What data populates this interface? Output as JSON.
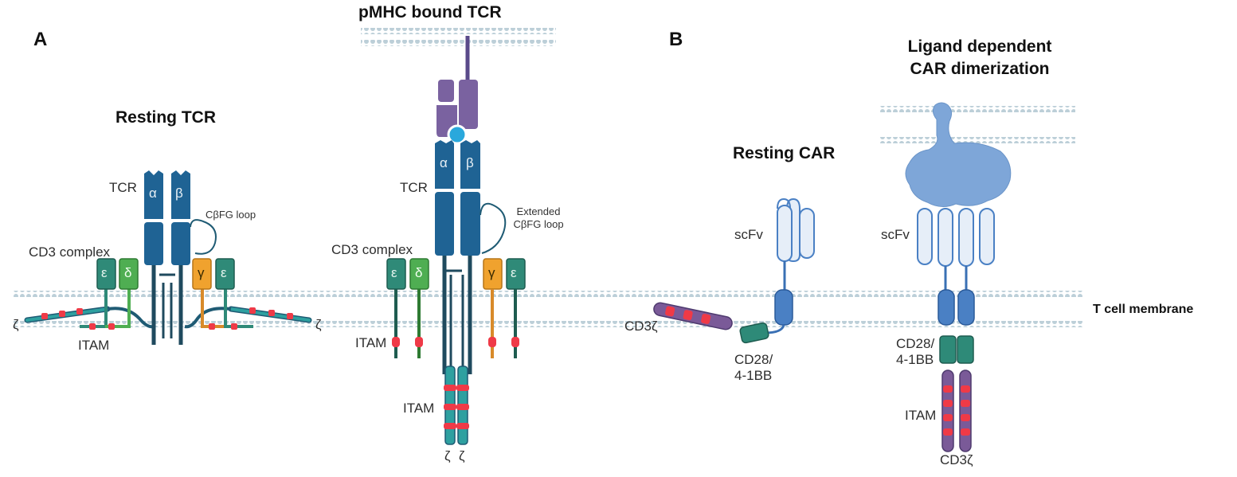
{
  "panels": {
    "a": "A",
    "b": "B"
  },
  "titles": {
    "resting_tcr": "Resting TCR",
    "pmhc_bound_tcr": "pMHC bound TCR",
    "resting_car": "Resting CAR",
    "ligand_dependent": [
      "Ligand dependent",
      "CAR dimerization"
    ]
  },
  "labels": {
    "tcr": "TCR",
    "alpha": "α",
    "beta": "β",
    "cd3_complex": "CD3 complex",
    "epsilon": "ε",
    "delta": "δ",
    "gamma": "γ",
    "zeta": "ζ",
    "itam": "ITAM",
    "cbfg_loop": "CβFG loop",
    "extended_cbfg_loop": [
      "Extended",
      "CβFG loop"
    ],
    "scfv": "scFv",
    "cd28_41bb": [
      "CD28/",
      "4-1BB"
    ],
    "cd3zeta": "CD3ζ",
    "t_cell_membrane": "T cell membrane"
  },
  "colors": {
    "tcr_blue": "#1f6394",
    "cd3_green": "#2f8a78",
    "delta_green": "#4fae52",
    "gamma_orange": "#f0a22e",
    "itam_red": "#ef3a47",
    "mhc_purple": "#7a62a0",
    "peptide_cyan": "#2aa8dc",
    "scfv_light": "#e6eef8",
    "hinge_blue": "#4a80c4",
    "cd28_teal": "#2e8a78",
    "cd3z_purple": "#7a5a98",
    "antigen_blue": "#7ea6d8",
    "membrane_dot": "#bccfd8"
  }
}
